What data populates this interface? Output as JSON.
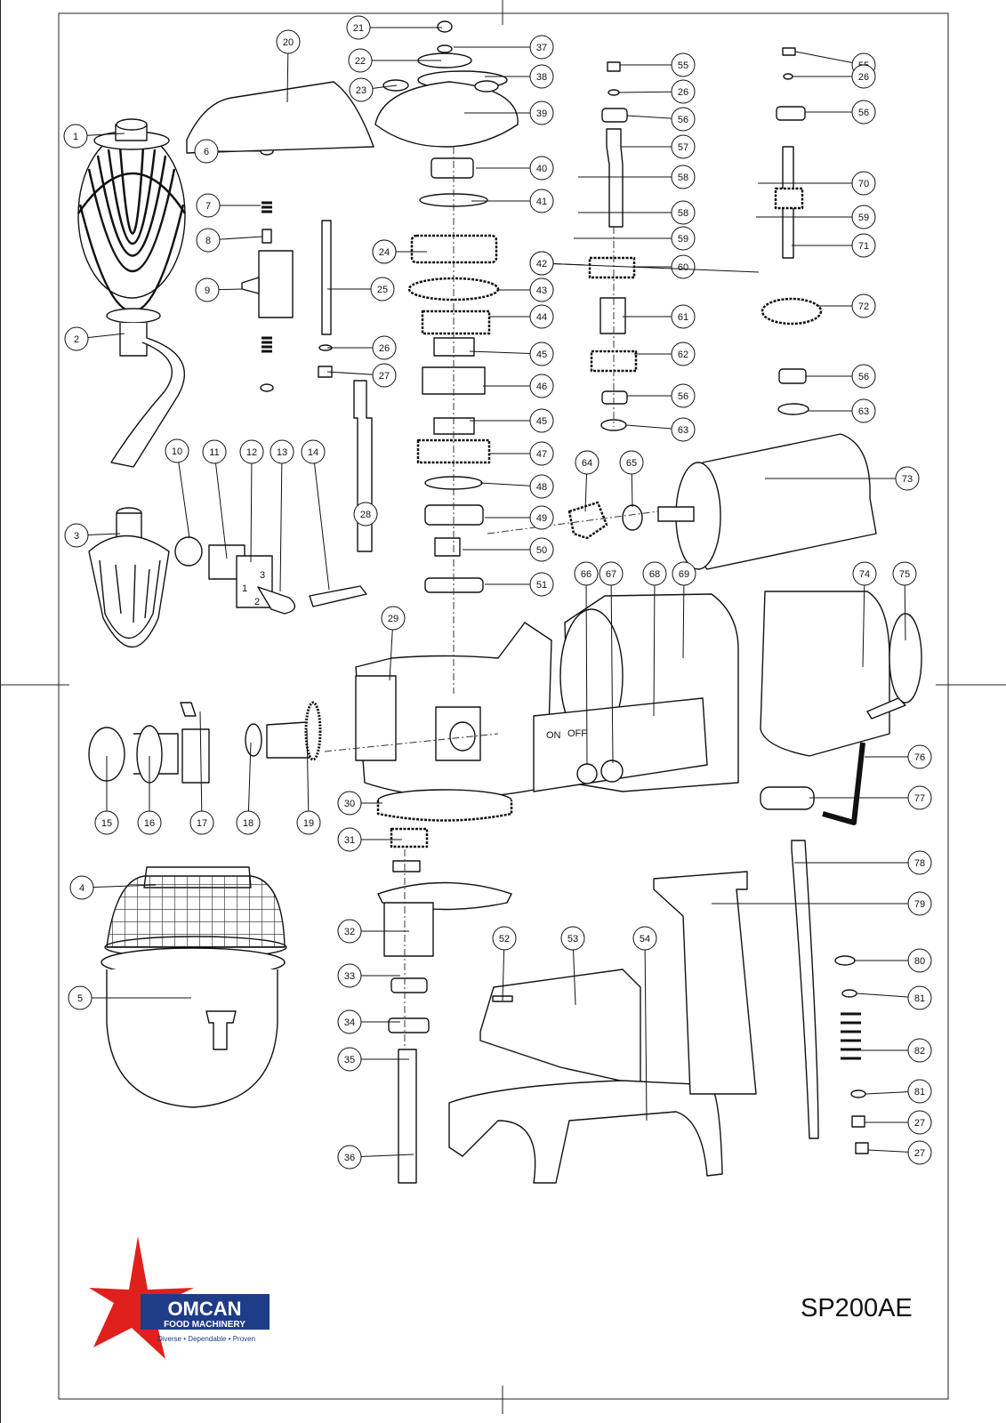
{
  "diagram": {
    "model": "SP200AE",
    "brand": {
      "name": "OMCAN",
      "subtitle": "FOOD MACHINERY",
      "tagline": "Diverse • Dependable • Proven",
      "colors": {
        "star": "#e0201c",
        "navy": "#1f3c88"
      }
    },
    "panel_text": {
      "on": "ON",
      "off": "OFF",
      "gear_1": "1",
      "gear_2": "2",
      "gear_3": "3"
    },
    "labels": [
      {
        "n": "1"
      },
      {
        "n": "2"
      },
      {
        "n": "3"
      },
      {
        "n": "4"
      },
      {
        "n": "5"
      },
      {
        "n": "6"
      },
      {
        "n": "7"
      },
      {
        "n": "8"
      },
      {
        "n": "9"
      },
      {
        "n": "10"
      },
      {
        "n": "11"
      },
      {
        "n": "12"
      },
      {
        "n": "13"
      },
      {
        "n": "14"
      },
      {
        "n": "15"
      },
      {
        "n": "16"
      },
      {
        "n": "17"
      },
      {
        "n": "18"
      },
      {
        "n": "19"
      },
      {
        "n": "20"
      },
      {
        "n": "21"
      },
      {
        "n": "22"
      },
      {
        "n": "23"
      },
      {
        "n": "24"
      },
      {
        "n": "25"
      },
      {
        "n": "26"
      },
      {
        "n": "27"
      },
      {
        "n": "28"
      },
      {
        "n": "29"
      },
      {
        "n": "30"
      },
      {
        "n": "31"
      },
      {
        "n": "32"
      },
      {
        "n": "33"
      },
      {
        "n": "34"
      },
      {
        "n": "35"
      },
      {
        "n": "36"
      },
      {
        "n": "37"
      },
      {
        "n": "38"
      },
      {
        "n": "39"
      },
      {
        "n": "40"
      },
      {
        "n": "41"
      },
      {
        "n": "24"
      },
      {
        "n": "43"
      },
      {
        "n": "44"
      },
      {
        "n": "45"
      },
      {
        "n": "46"
      },
      {
        "n": "45"
      },
      {
        "n": "47"
      },
      {
        "n": "48"
      },
      {
        "n": "49"
      },
      {
        "n": "50"
      },
      {
        "n": "51"
      },
      {
        "n": "52"
      },
      {
        "n": "53"
      },
      {
        "n": "54"
      },
      {
        "n": "55"
      },
      {
        "n": "26"
      },
      {
        "n": "56"
      },
      {
        "n": "57"
      },
      {
        "n": "58"
      },
      {
        "n": "58"
      },
      {
        "n": "59"
      },
      {
        "n": "42"
      },
      {
        "n": "60"
      },
      {
        "n": "61"
      },
      {
        "n": "62"
      },
      {
        "n": "56"
      },
      {
        "n": "63"
      },
      {
        "n": "64"
      },
      {
        "n": "65"
      },
      {
        "n": "66"
      },
      {
        "n": "67"
      },
      {
        "n": "68"
      },
      {
        "n": "69"
      },
      {
        "n": "55"
      },
      {
        "n": "26"
      },
      {
        "n": "56"
      },
      {
        "n": "70"
      },
      {
        "n": "59"
      },
      {
        "n": "71"
      },
      {
        "n": "42"
      },
      {
        "n": "72"
      },
      {
        "n": "56"
      },
      {
        "n": "63"
      },
      {
        "n": "73"
      },
      {
        "n": "74"
      },
      {
        "n": "75"
      },
      {
        "n": "76"
      },
      {
        "n": "77"
      },
      {
        "n": "78"
      },
      {
        "n": "79"
      },
      {
        "n": "80"
      },
      {
        "n": "81"
      },
      {
        "n": "82"
      },
      {
        "n": "81"
      },
      {
        "n": "27"
      },
      {
        "n": "27"
      }
    ]
  }
}
